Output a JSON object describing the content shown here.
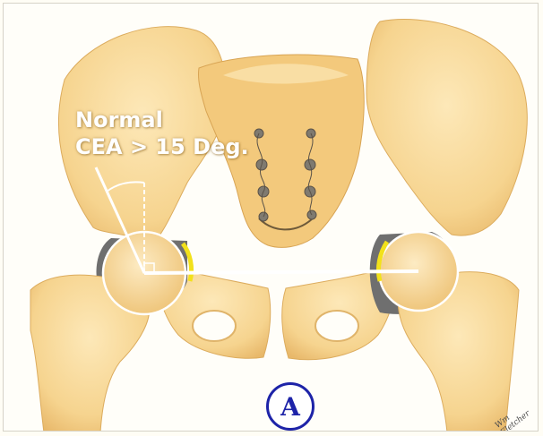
{
  "figure": {
    "label_line1": "Normal",
    "label_line2": "CEA > 15 Deg.",
    "panel_letter": "A",
    "signature": "Wm Fletcher"
  },
  "colors": {
    "bone": "#f6d48f",
    "bone_shadow": "#e4b463",
    "bone_light": "#fbe3ad",
    "sacrum": "#f0c578",
    "cartilage": "#f2e11b",
    "joint_gray": "#6f6f6f",
    "overlay_lines": "#ffffff",
    "badge_blue": "#1d23a8"
  }
}
